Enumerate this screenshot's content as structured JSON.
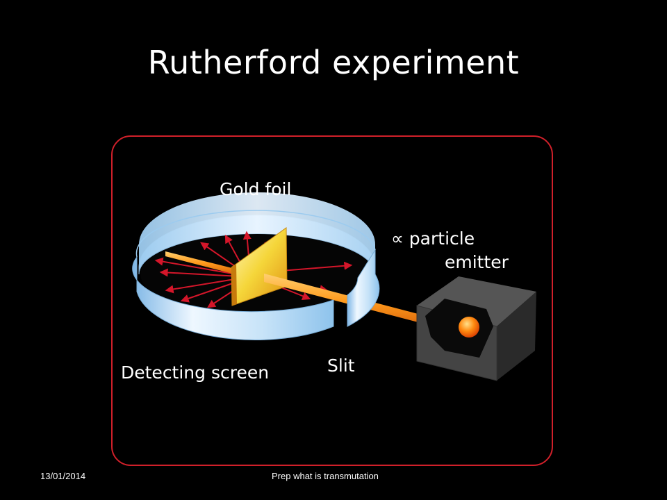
{
  "slide": {
    "title": "Rutherford experiment"
  },
  "diagram": {
    "labels": {
      "gold_foil": "Gold foil",
      "emitter_line1": "∝ particle",
      "emitter_line2": "emitter",
      "detecting_screen": "Detecting screen",
      "slit": "Slit"
    },
    "colors": {
      "frame_border": "#d0202a",
      "beam": "#ff9a1c",
      "deflection_arrows": "#d4162a",
      "foil": "#f5d63a",
      "screen": "#cde6f8",
      "emitter_box": "#4a4a4a",
      "particle": "#ff6a00"
    }
  },
  "footer": {
    "date": "13/01/2014",
    "text": "Prep what is transmutation"
  }
}
